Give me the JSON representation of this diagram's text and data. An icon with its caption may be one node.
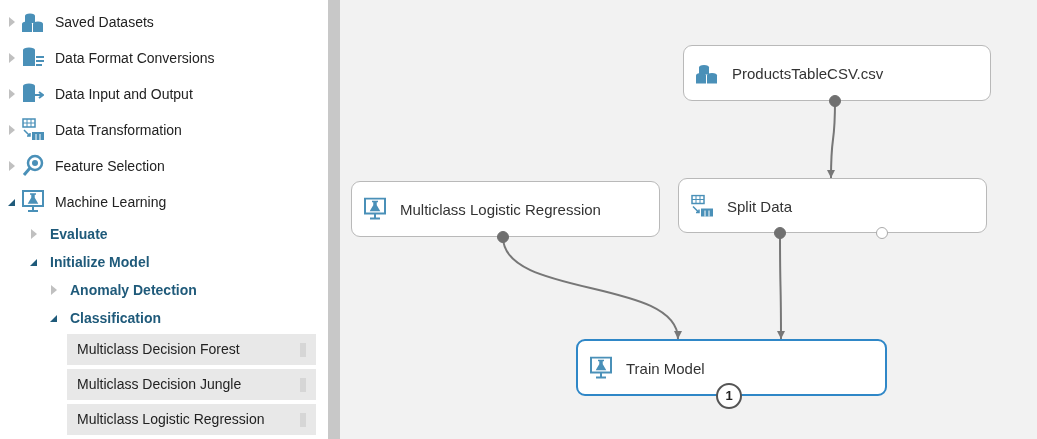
{
  "diagram": {
    "nodes": [
      {
        "text": [
          "Multiclass Decision Forest"
        ]
      },
      {
        "text": [
          "Multiclass Decision Jungle"
        ]
      },
      {
        "text": [
          "Multiclass Logistic Regression"
        ]
      },
      {
        "text": [
          "ProductsTableCSV.csv"
        ]
      },
      {
        "text": [
          "Multiclass Logistic Regression"
        ]
      },
      {
        "text": [
          "Split Data"
        ]
      },
      {
        "text": [
          "Train Model",
          "1"
        ]
      }
    ],
    "edges": [
      {
        "from": 3,
        "to": 5,
        "arrow": "to"
      },
      {
        "from": 4,
        "to": 6,
        "arrow": "to"
      },
      {
        "from": 5,
        "to": 6,
        "arrow": "to"
      }
    ],
    "labels": [
      "Saved Datasets",
      "Data Format Conversions",
      "Data Input and Output",
      "Data Transformation",
      "Feature Selection",
      "Machine Learning",
      "Evaluate",
      "Initialize Model",
      "Anomaly Detection",
      "Classification"
    ]
  }
}
